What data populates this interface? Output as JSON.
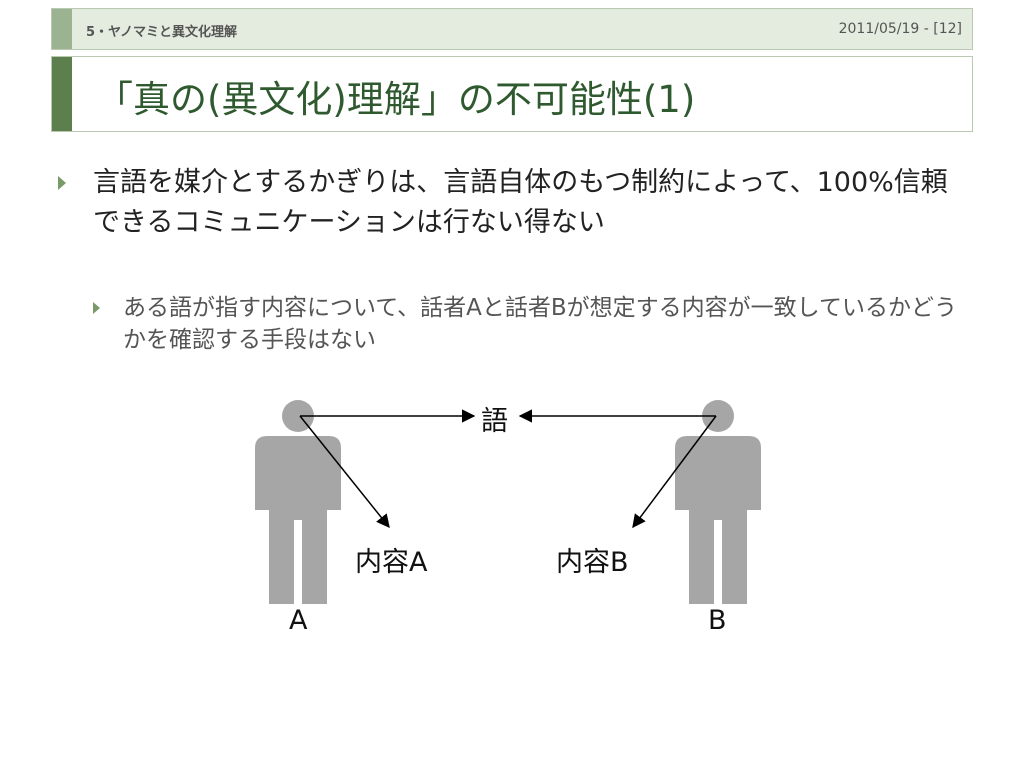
{
  "header": {
    "section": "5・ヤノマミと異文化理解",
    "date_page": "2011/05/19 - [12]"
  },
  "title": "「真の(異文化)理解」の不可能性(1)",
  "bullets": [
    {
      "text": "言語を媒介とするかぎりは、言語自体のもつ制約によって、100%信頼できるコミュニケーションは行ない得ない",
      "sub": [
        {
          "text": "ある語が指す内容について、話者Aと話者Bが想定する内容が一致しているかどうかを確認する手段はない"
        }
      ]
    }
  ],
  "diagram": {
    "word_label": "語",
    "content_a_label": "内容A",
    "content_b_label": "内容B",
    "person_a_label": "A",
    "person_b_label": "B",
    "figure_color": "#a6a6a6",
    "arrow_color": "#000000"
  }
}
